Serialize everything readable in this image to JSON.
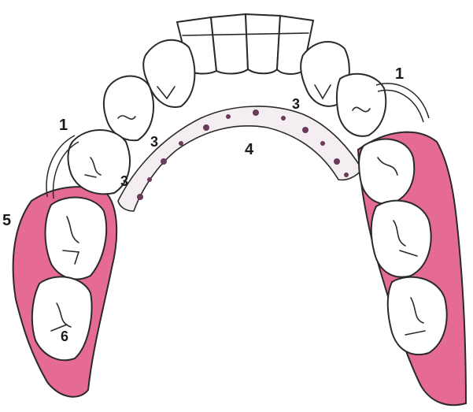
{
  "labels": {
    "l1_left": "1",
    "l1_right": "1",
    "l3_left_a": "3",
    "l3_left_b": "3",
    "l3_right": "3",
    "l4": "4",
    "l5": "5",
    "l6": "6"
  },
  "colors": {
    "saddle": "#e56b93",
    "connector_stain": "#6a3a5a",
    "outline": "#2a2a2a"
  }
}
